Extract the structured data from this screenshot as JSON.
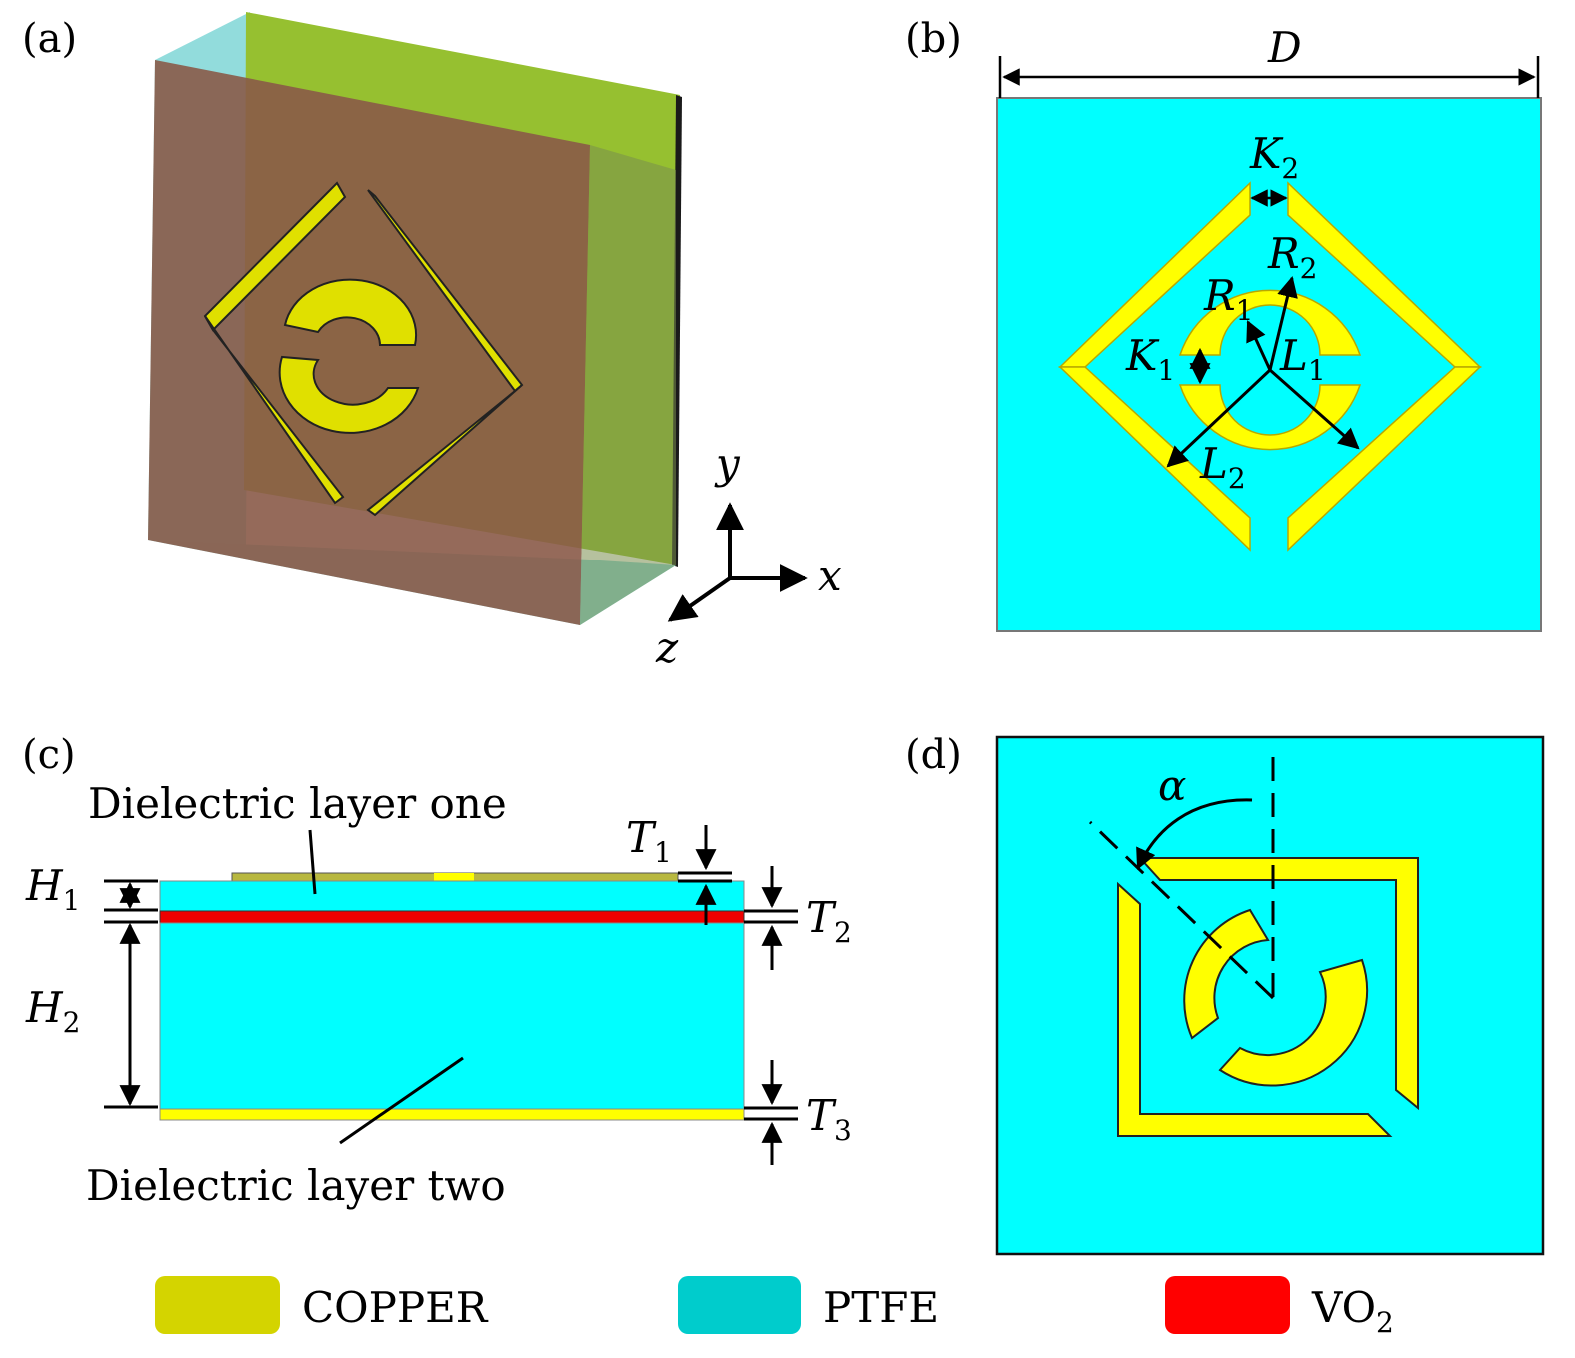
{
  "panels": {
    "a": {
      "label": "(a)",
      "axes": {
        "x": "x",
        "y": "y",
        "z": "z"
      }
    },
    "b": {
      "label": "(b)",
      "dims": {
        "D": {
          "main": "D",
          "sub": ""
        },
        "K2": {
          "main": "K",
          "sub": "2"
        },
        "R2": {
          "main": "R",
          "sub": "2"
        },
        "R1": {
          "main": "R",
          "sub": "1"
        },
        "K1": {
          "main": "K",
          "sub": "1"
        },
        "L1": {
          "main": "L",
          "sub": "1"
        },
        "L2": {
          "main": "L",
          "sub": "2"
        }
      }
    },
    "c": {
      "label": "(c)",
      "layer_one": "Dielectric layer one",
      "layer_two": "Dielectric layer two",
      "dims": {
        "H1": {
          "main": "H",
          "sub": "1"
        },
        "H2": {
          "main": "H",
          "sub": "2"
        },
        "T1": {
          "main": "T",
          "sub": "1"
        },
        "T2": {
          "main": "T",
          "sub": "2"
        },
        "T3": {
          "main": "T",
          "sub": "3"
        }
      }
    },
    "d": {
      "label": "(d)",
      "angle": "α"
    }
  },
  "legend": [
    {
      "name": "COPPER",
      "sub": "",
      "color": "#d4d400"
    },
    {
      "name": "PTFE",
      "sub": "",
      "color": "#00cccc"
    },
    {
      "name": "VO",
      "sub": "2",
      "color": "#ff0000"
    }
  ],
  "colors": {
    "cyan": "#00ffff",
    "yellow": "#ffff00",
    "vo2_red": "#ee0000",
    "green_plate": "#96c030",
    "brown_plate": "#8a5a48"
  }
}
